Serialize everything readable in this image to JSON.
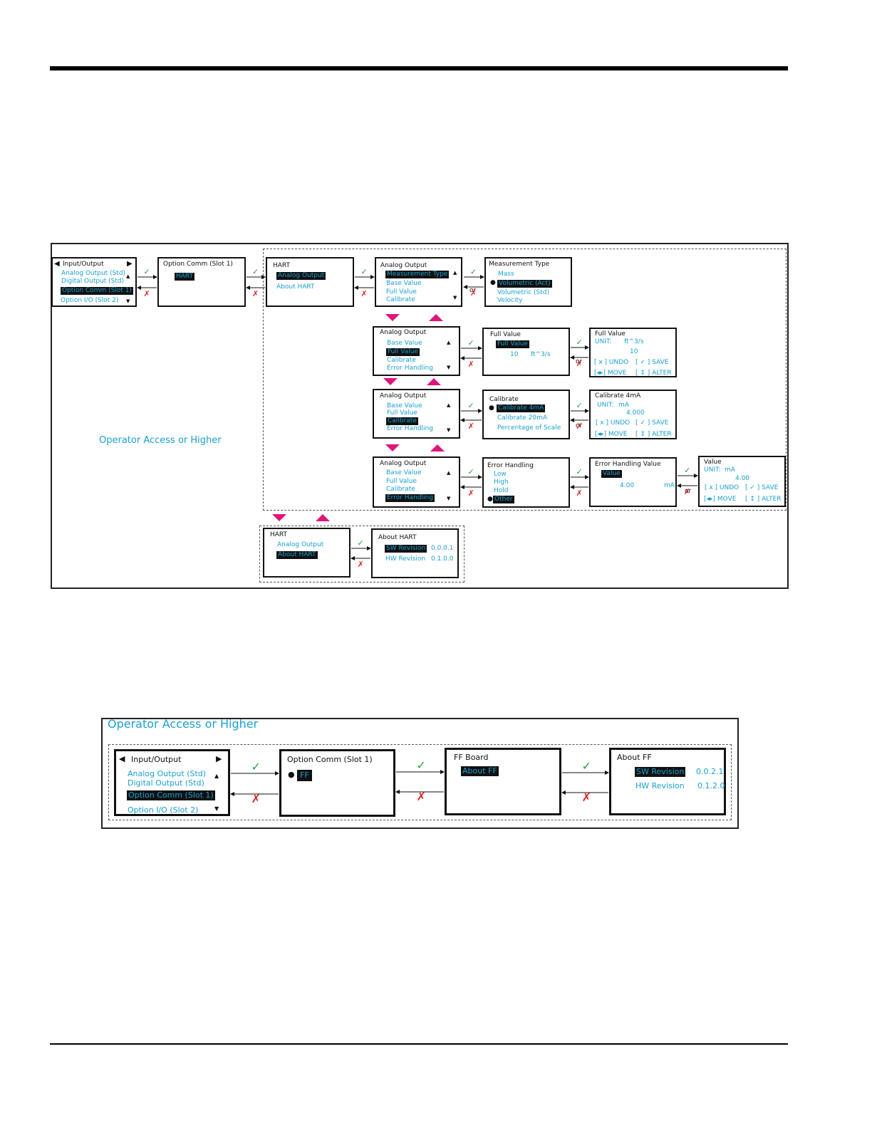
{
  "caption1": "Operator Access or Higher",
  "caption2": "Operator Access or Higher",
  "io": {
    "title": "Input/Output",
    "items": [
      "Analog Output (Std)",
      "Digital Output (Std)",
      "Option  Comm (Slot 1)",
      "Option  I/O (Slot 2)"
    ]
  },
  "optcomm": {
    "title": "Option  Comm (Slot 1)",
    "sel": "HART"
  },
  "hart1": {
    "title": "HART",
    "items": [
      "Analog Output",
      "About HART"
    ]
  },
  "ao1": {
    "title": "Analog Output",
    "items": [
      "Measurement Type",
      "Base Value",
      "Full Value",
      "Calibrate"
    ]
  },
  "mt": {
    "title": "Measurement Type",
    "items": [
      "Mass",
      "Volumetric (Act)",
      "Volumetric (Std)",
      "Velocity"
    ]
  },
  "ao2": {
    "title": "Analog Output",
    "items": [
      "Base Value",
      "Full Value",
      "Calibrate",
      "Error Handling"
    ]
  },
  "fv": {
    "title": "Full Value",
    "sel": "Full Value",
    "value": "10",
    "unit": "ft^3/s"
  },
  "fv2": {
    "title": "Full Value",
    "unit_label": "UNIT:",
    "unit": "ft^3/s",
    "value": "10"
  },
  "ao3": {
    "title": "Analog Output",
    "items": [
      "Base Value",
      "Full Value",
      "Calibrate",
      "Error Handling"
    ]
  },
  "cal": {
    "title": "Calibrate",
    "items": [
      "Calibrate 4mA",
      "Calibrate 20mA",
      "Percentage of Scale"
    ]
  },
  "c4": {
    "title": "Calibrate 4mA",
    "unit_label": "UNIT:",
    "unit": "mA",
    "value": "4.000"
  },
  "ao4": {
    "title": "Analog Output",
    "items": [
      "Base Value",
      "Full Value",
      "Calibrate",
      "Error Handling"
    ]
  },
  "eh": {
    "title": "Error Handling",
    "items": [
      "Low",
      "High",
      "Hold",
      "Other"
    ]
  },
  "ehv": {
    "title": "Error Handling Value",
    "sel": "Value",
    "value": "4.00",
    "unit": "mA"
  },
  "val": {
    "title": "Value",
    "unit_label": "UNIT:",
    "unit": "mA",
    "value": "4.00"
  },
  "keys": {
    "undo": "[ x ] UNDO",
    "save": "[ ✓ ] SAVE",
    "move": "[◂▸] MOVE",
    "alter": "[ ↕ ] ALTER",
    "or": "or"
  },
  "hart2": {
    "title": "HART",
    "items": [
      "Analog Output",
      "About HART"
    ]
  },
  "abouthart": {
    "title": "About HART",
    "rows": [
      [
        "SW Revision",
        "0.0.0.1"
      ],
      [
        "HW Revision",
        "0.1.0.0"
      ]
    ]
  },
  "io2": {
    "title": "Input/Output",
    "items": [
      "Analog Output (Std)",
      "Digital Output (Std)",
      "Option Comm (Slot 1)",
      "Option I/O (Slot 2)"
    ]
  },
  "optcomm2": {
    "title": "Option Comm (Slot 1)",
    "sel": "FF"
  },
  "ffboard": {
    "title": "FF Board",
    "sel": "About FF"
  },
  "aboutff": {
    "title": "About FF",
    "rows": [
      [
        "SW Revision",
        "0.0.2.1"
      ],
      [
        "HW Revision",
        "0.1.2.0"
      ]
    ]
  },
  "colors": {
    "accent": "#1a9fd0",
    "check": "#2a9d3a",
    "cross": "#d22",
    "magenta": "#e0157a"
  }
}
